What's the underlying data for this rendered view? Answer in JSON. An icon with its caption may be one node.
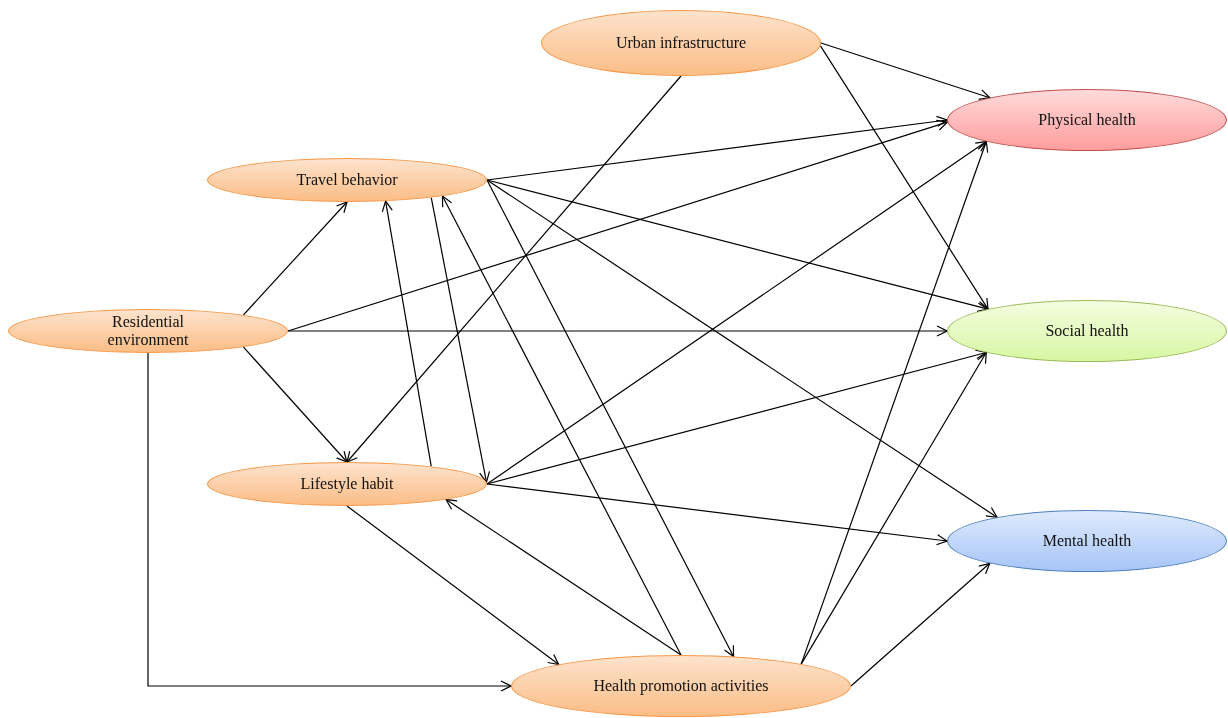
{
  "diagram": {
    "nodes": [
      {
        "text": [
          "Urban infrastructure"
        ]
      },
      {
        "text": [
          "Travel behavior"
        ]
      },
      {
        "text": [
          "Residential environment"
        ]
      },
      {
        "text": [
          "Lifestyle habit"
        ]
      },
      {
        "text": [
          "Health promotion activities"
        ]
      },
      {
        "text": [
          "Physical health"
        ]
      },
      {
        "text": [
          "Social health"
        ]
      },
      {
        "text": [
          "Mental health"
        ]
      }
    ],
    "edges": [
      {
        "from": 0,
        "to": 5,
        "arrow": "to"
      },
      {
        "from": 0,
        "to": 6,
        "arrow": "to"
      },
      {
        "from": 0,
        "to": 3,
        "arrow": "to"
      },
      {
        "from": 1,
        "to": 5,
        "arrow": "to"
      },
      {
        "from": 1,
        "to": 6,
        "arrow": "to"
      },
      {
        "from": 1,
        "to": 7,
        "arrow": "to"
      },
      {
        "from": 1,
        "to": 4,
        "arrow": "to"
      },
      {
        "from": 1,
        "to": 3,
        "arrow": "to"
      },
      {
        "from": 3,
        "to": 1,
        "arrow": "to"
      },
      {
        "from": 4,
        "to": 1,
        "arrow": "to"
      },
      {
        "from": 4,
        "to": 3,
        "arrow": "to"
      },
      {
        "from": 3,
        "to": 4,
        "arrow": "to"
      },
      {
        "from": 2,
        "to": 1,
        "arrow": "to"
      },
      {
        "from": 2,
        "to": 5,
        "arrow": "to"
      },
      {
        "from": 2,
        "to": 6,
        "arrow": "to"
      },
      {
        "from": 2,
        "to": 3,
        "arrow": "to"
      },
      {
        "from": 2,
        "to": 4,
        "arrow": "to"
      },
      {
        "from": 3,
        "to": 5,
        "arrow": "to"
      },
      {
        "from": 3,
        "to": 6,
        "arrow": "to"
      },
      {
        "from": 3,
        "to": 7,
        "arrow": "to"
      },
      {
        "from": 4,
        "to": 5,
        "arrow": "to"
      },
      {
        "from": 4,
        "to": 6,
        "arrow": "to"
      },
      {
        "from": 4,
        "to": 7,
        "arrow": "to"
      }
    ]
  }
}
